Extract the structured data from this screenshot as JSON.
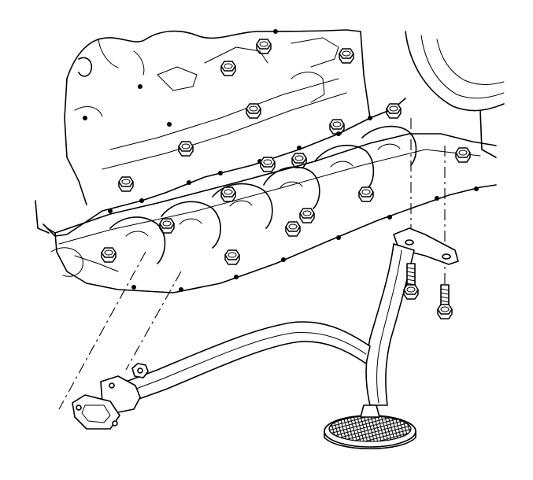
{
  "diagram": {
    "components": [
      {
        "id": "engine-block",
        "icon": "engine-block-icon"
      },
      {
        "id": "oil-pump-screen-pipe",
        "icon": "oil-pump-pipe-icon"
      },
      {
        "id": "pickup-screen",
        "icon": "mesh-screen-icon"
      },
      {
        "id": "pump-flange-gasket",
        "icon": "gasket-icon"
      },
      {
        "id": "mounting-bolt-left",
        "icon": "bolt-icon"
      },
      {
        "id": "mounting-bolt-right",
        "icon": "bolt-icon"
      },
      {
        "id": "pipe-retaining-nut",
        "icon": "nut-icon"
      }
    ],
    "colors": {
      "line": "#000000",
      "background": "#ffffff"
    }
  }
}
